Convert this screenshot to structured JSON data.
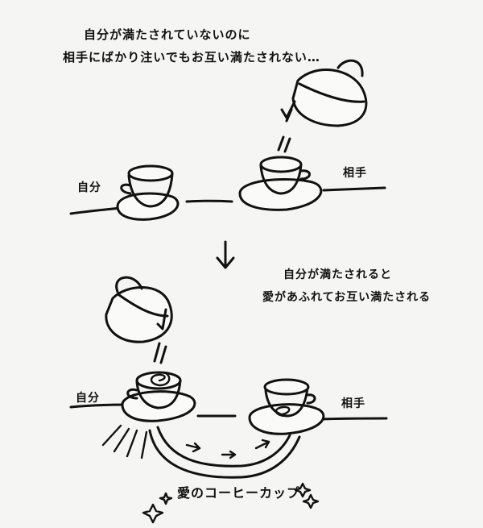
{
  "captions": {
    "top_line1": "自分が満たされていないのに",
    "top_line2": "相手にばかり注いでもお互い満たされない…",
    "bottom_line1": "自分が満たされると",
    "bottom_line2": "愛があふれてお互い満たされる"
  },
  "labels": {
    "self_top": "自分",
    "other_top": "相手",
    "self_bottom": "自分",
    "other_bottom": "相手"
  },
  "footer": {
    "title": "愛のコーヒーカップ"
  },
  "icons": [
    "teapot-icon",
    "coffee-cup-icon",
    "down-arrow-icon",
    "sparkle-icon"
  ]
}
